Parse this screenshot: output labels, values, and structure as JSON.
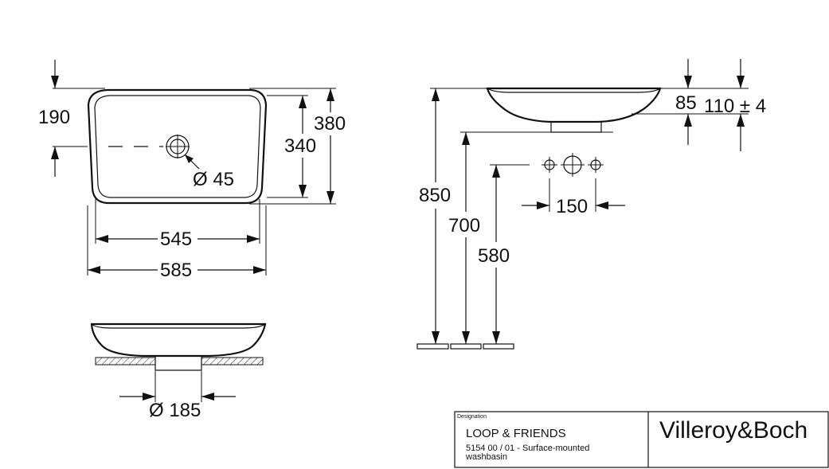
{
  "dimensions": {
    "top_depth": "190",
    "outer_width_label": "380",
    "inner_width_label": "340",
    "drain_diameter": "Ø 45",
    "inner_length": "545",
    "outer_length": "585",
    "base_diameter": "Ø 185",
    "height_850": "850",
    "height_700": "700",
    "height_580": "580",
    "basin_height": "85",
    "rim_height": "110 ± 4",
    "tap_spacing": "150"
  },
  "title_block": {
    "designation_label": "Designation",
    "product_name": "LOOP & FRIENDS",
    "product_desc_line1": "5154 00 / 01 - Surface-mounted",
    "product_desc_line2": "washbasin",
    "brand": "Villeroy&Boch"
  }
}
